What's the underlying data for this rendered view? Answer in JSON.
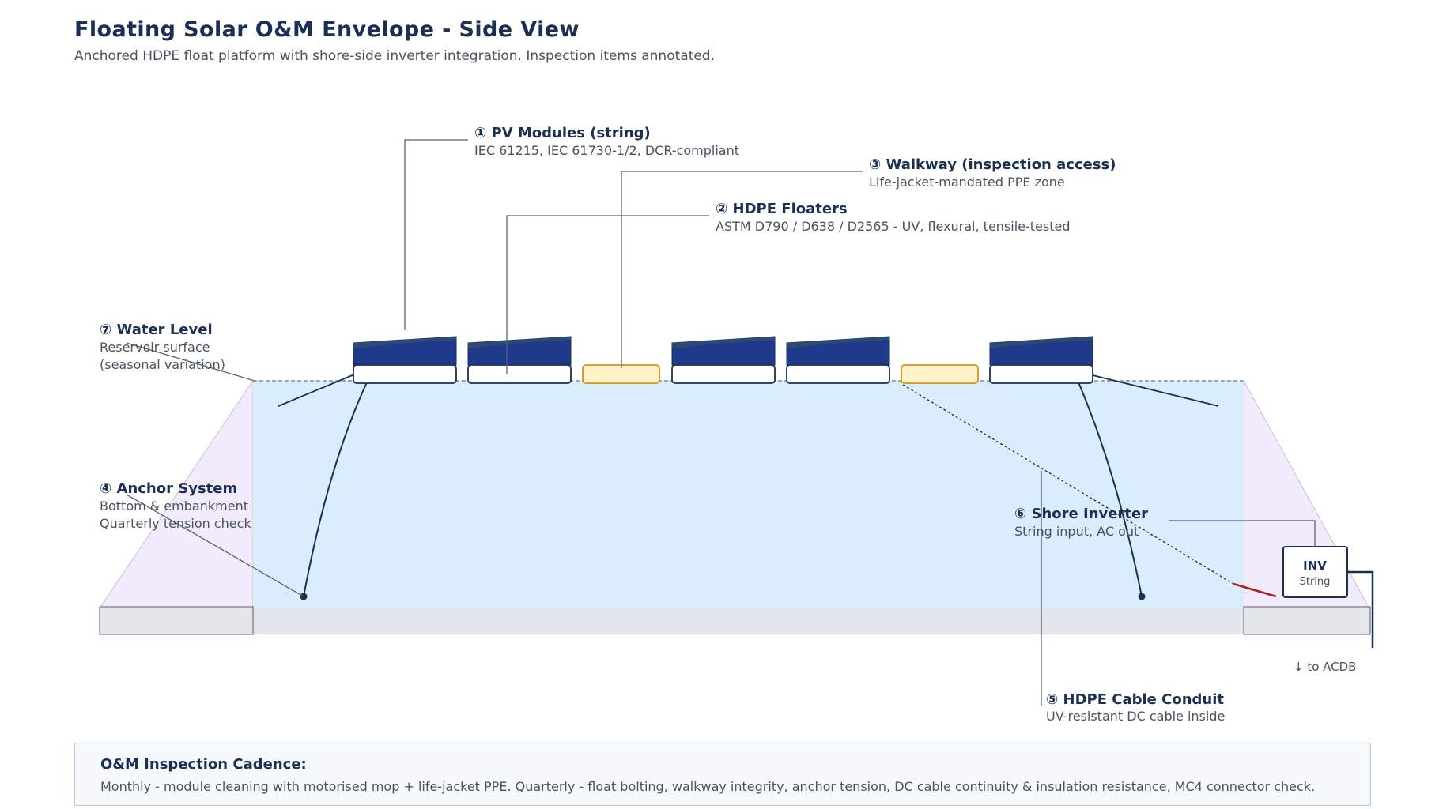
{
  "header": {
    "title": "Floating Solar O&M Envelope - Side View",
    "subtitle": "Anchored HDPE float platform with shore-side inverter integration. Inspection items annotated."
  },
  "callouts": {
    "pv_modules": {
      "title": "① PV Modules (string)",
      "detail": "IEC 61215, IEC 61730-1/2, DCR-compliant"
    },
    "hdpe_floaters": {
      "title": "② HDPE Floaters",
      "detail": "ASTM D790 / D638 / D2565 - UV, flexural, tensile-tested"
    },
    "walkway": {
      "title": "③ Walkway (inspection access)",
      "detail": "Life-jacket-mandated PPE zone"
    },
    "anchor_system": {
      "title": "④ Anchor System",
      "detail_line1": "Bottom & embankment",
      "detail_line2": "Quarterly tension check"
    },
    "cable_conduit": {
      "title": "⑤ HDPE Cable Conduit",
      "detail": "UV-resistant DC cable inside"
    },
    "shore_inverter": {
      "title": "⑥ Shore Inverter",
      "detail": "String input, AC out"
    },
    "water_level": {
      "title": "⑦ Water Level",
      "detail_line1": "Reservoir surface",
      "detail_line2": "(seasonal variation)"
    }
  },
  "inverter": {
    "label": "INV",
    "sublabel": "String",
    "acdb_note": "↓ to ACDB"
  },
  "footer": {
    "title": "O&M Inspection Cadence:",
    "text": "Monthly - module cleaning with motorised mop + life-jacket PPE. Quarterly - float bolting, walkway integrity, anchor tension, DC cable continuity & insulation resistance, MC4 connector check."
  },
  "colors": {
    "title": "#1b2f55",
    "panel": "#1f3a8a",
    "water": "#d9eefa",
    "embankment": "#f1ebfc",
    "walkway": "#fff3c7",
    "walkway_stroke": "#d9921a",
    "dc_cable": "#b31b1b"
  }
}
